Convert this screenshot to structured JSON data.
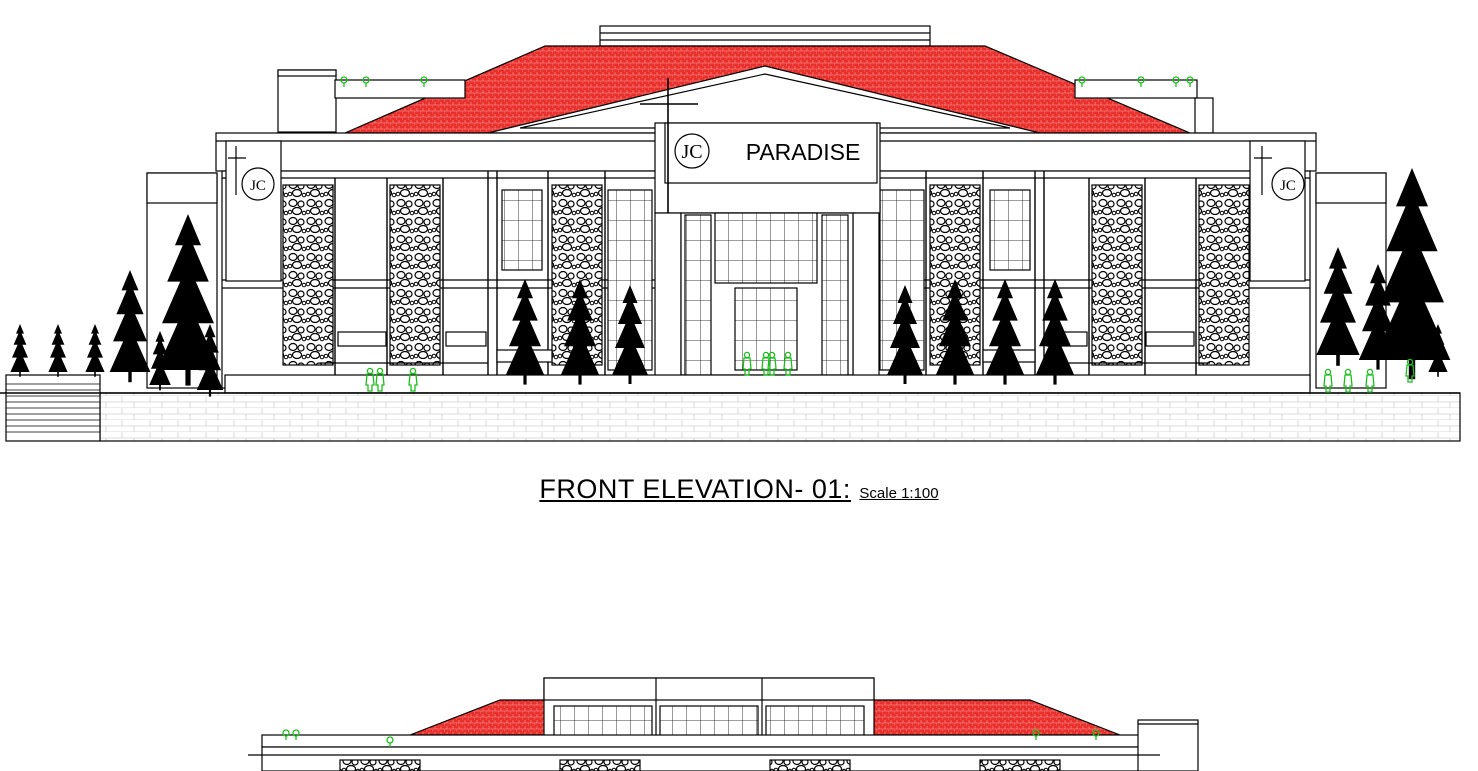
{
  "sign_text": "PARADISE",
  "logo_text": "JC",
  "caption": {
    "title": "FRONT ELEVATION- 01:",
    "scale": "Scale 1:100"
  },
  "colors": {
    "roof": "#e8302c",
    "vegetation": "#1bbf1b",
    "line": "#000000",
    "wall_pattern": "#cfcfcf"
  }
}
